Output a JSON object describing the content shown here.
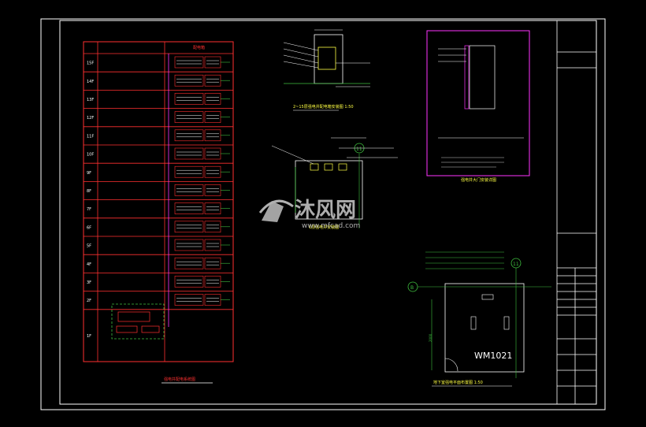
{
  "drawing": {
    "colors": {
      "background": "#000000",
      "frame": "#ffffff",
      "red": "#ff3030",
      "green": "#3fbf3f",
      "yellow": "#ffff44",
      "magenta": "#ff33ff",
      "cyan": "#33ffff",
      "white": "#ffffff"
    },
    "riser_table": {
      "floors": [
        "15F",
        "14F",
        "13F",
        "12F",
        "11F",
        "10F",
        "9F",
        "8F",
        "7F",
        "6F",
        "5F",
        "4F",
        "3F",
        "2F",
        "1F"
      ],
      "header_cell": "配电箱",
      "caption": "强电井配电系统图"
    },
    "detail_a": {
      "caption": "2~15层强电井配电箱安装图 1:50"
    },
    "detail_b": {
      "caption": "1层强电井安装图",
      "axis": "11"
    },
    "detail_c": {
      "caption": "强电井大门安装详图"
    },
    "detail_d": {
      "caption": "地下室强电平面布置图 1:50",
      "axis_top": "11",
      "axis_left": "B",
      "room_label": "WM1021",
      "dimension": "2000"
    },
    "watermark": {
      "brand": "沐风网",
      "url": "www.mfcad.com"
    }
  }
}
